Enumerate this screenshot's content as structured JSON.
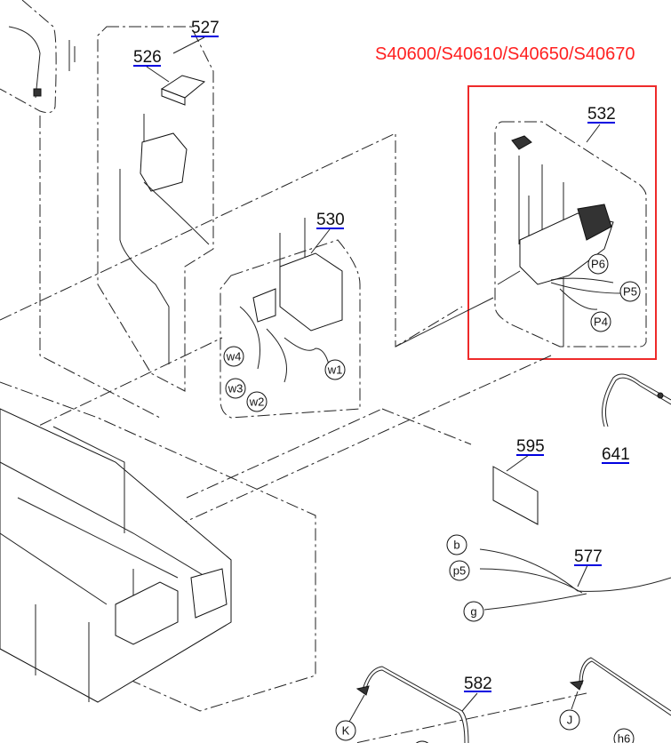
{
  "model_label": "S40600/S40610/S40650/S40670",
  "highlight_color": "#ee2a2a",
  "link_color": "#0000e0",
  "part_numbers": {
    "p527": "527",
    "p526": "526",
    "p530": "530",
    "p532": "532",
    "p595": "595",
    "p641": "641",
    "p577": "577",
    "p582": "582"
  },
  "callouts": {
    "w1": "w1",
    "w2": "w2",
    "w3": "w3",
    "w4": "w4",
    "P4": "P4",
    "P5": "P5",
    "P6": "P6",
    "b": "b",
    "p5": "p5",
    "g": "g",
    "K": "K",
    "J": "J",
    "h6": "h6"
  }
}
